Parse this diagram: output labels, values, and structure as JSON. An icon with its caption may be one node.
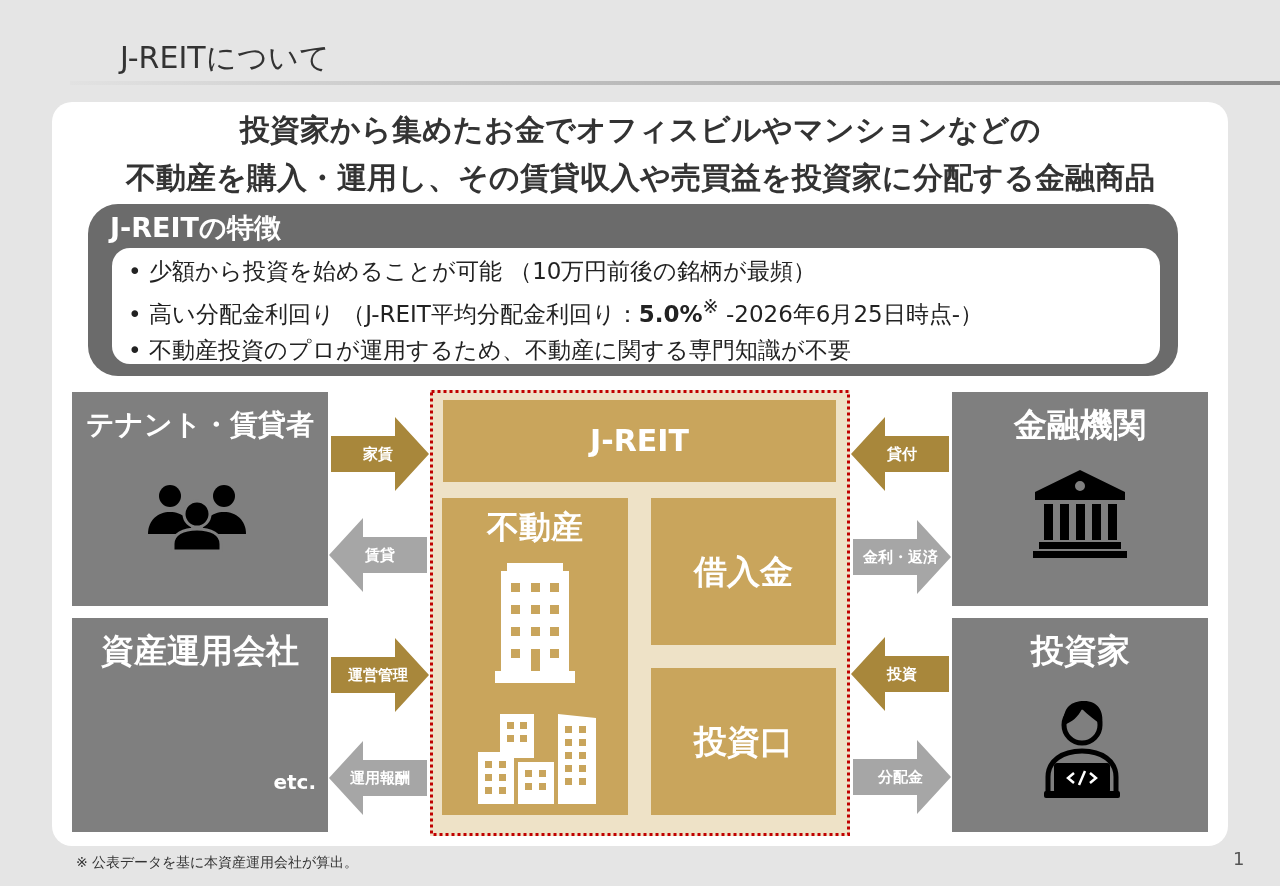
{
  "diagram": {
    "title": "J-REITについて",
    "nodes": [
      {
        "text": [
          "J-REITの特徴"
        ]
      },
      {
        "text": [
          "• 少額から投資を始めることが可能 （10万円前後の銘柄が最頻）",
          "• 高い分配金利回り （J-REIT平均分配金利回り：**5.0%**$^{※}$ -2026年6月25日時点-）",
          "• 不動産投資のプロが運用するため、不動産に関する専門知識が不要"
        ],
        "in": 0
      },
      {
        "text": [
          "テナント・賃貸者"
        ]
      },
      {
        "text": [],
        "shape": "box"
      },
      {
        "text": [
          "J-REIT"
        ],
        "in": 3
      },
      {
        "text": [
          "不動産"
        ],
        "in": 3
      },
      {
        "text": [
          "借入金"
        ],
        "in": 3
      },
      {
        "text": [
          "投資口"
        ],
        "in": 3
      },
      {
        "text": [
          "金融機関"
        ]
      },
      {
        "text": [
          "資産運用会社",
          "etc."
        ]
      },
      {
        "text": [
          "投資家"
        ]
      }
    ],
    "edges": [
      {
        "from": 2,
        "to": 3,
        "arrow": "to",
        "label": "家賃",
        "color": "#a8873b"
      },
      {
        "from": 3,
        "to": 2,
        "arrow": "to",
        "label": "賃貸",
        "color": "#a6a6a6"
      },
      {
        "from": 9,
        "to": 3,
        "arrow": "to",
        "label": "運営管理",
        "color": "#a8873b"
      },
      {
        "from": 3,
        "to": 9,
        "arrow": "to",
        "label": "運用報酬",
        "color": "#a6a6a6"
      },
      {
        "from": 8,
        "to": 3,
        "arrow": "to",
        "label": "貸付",
        "color": "#a8873b"
      },
      {
        "from": 3,
        "to": 8,
        "arrow": "to",
        "label": "金利・返済",
        "color": "#a6a6a6"
      },
      {
        "from": 10,
        "to": 3,
        "arrow": "to",
        "label": "投資",
        "color": "#a8873b"
      },
      {
        "from": 3,
        "to": 10,
        "arrow": "to",
        "label": "分配金",
        "color": "#a6a6a6"
      }
    ],
    "labels": [
      "投資家から集めたお金でオフィスビルやマンションなどの不動産を購入・運用し、その賃貸収入や売買益を投資家に分配する金融商品",
      "※ 公表データを基に本資産運用会社が算出。",
      "1"
    ]
  }
}
